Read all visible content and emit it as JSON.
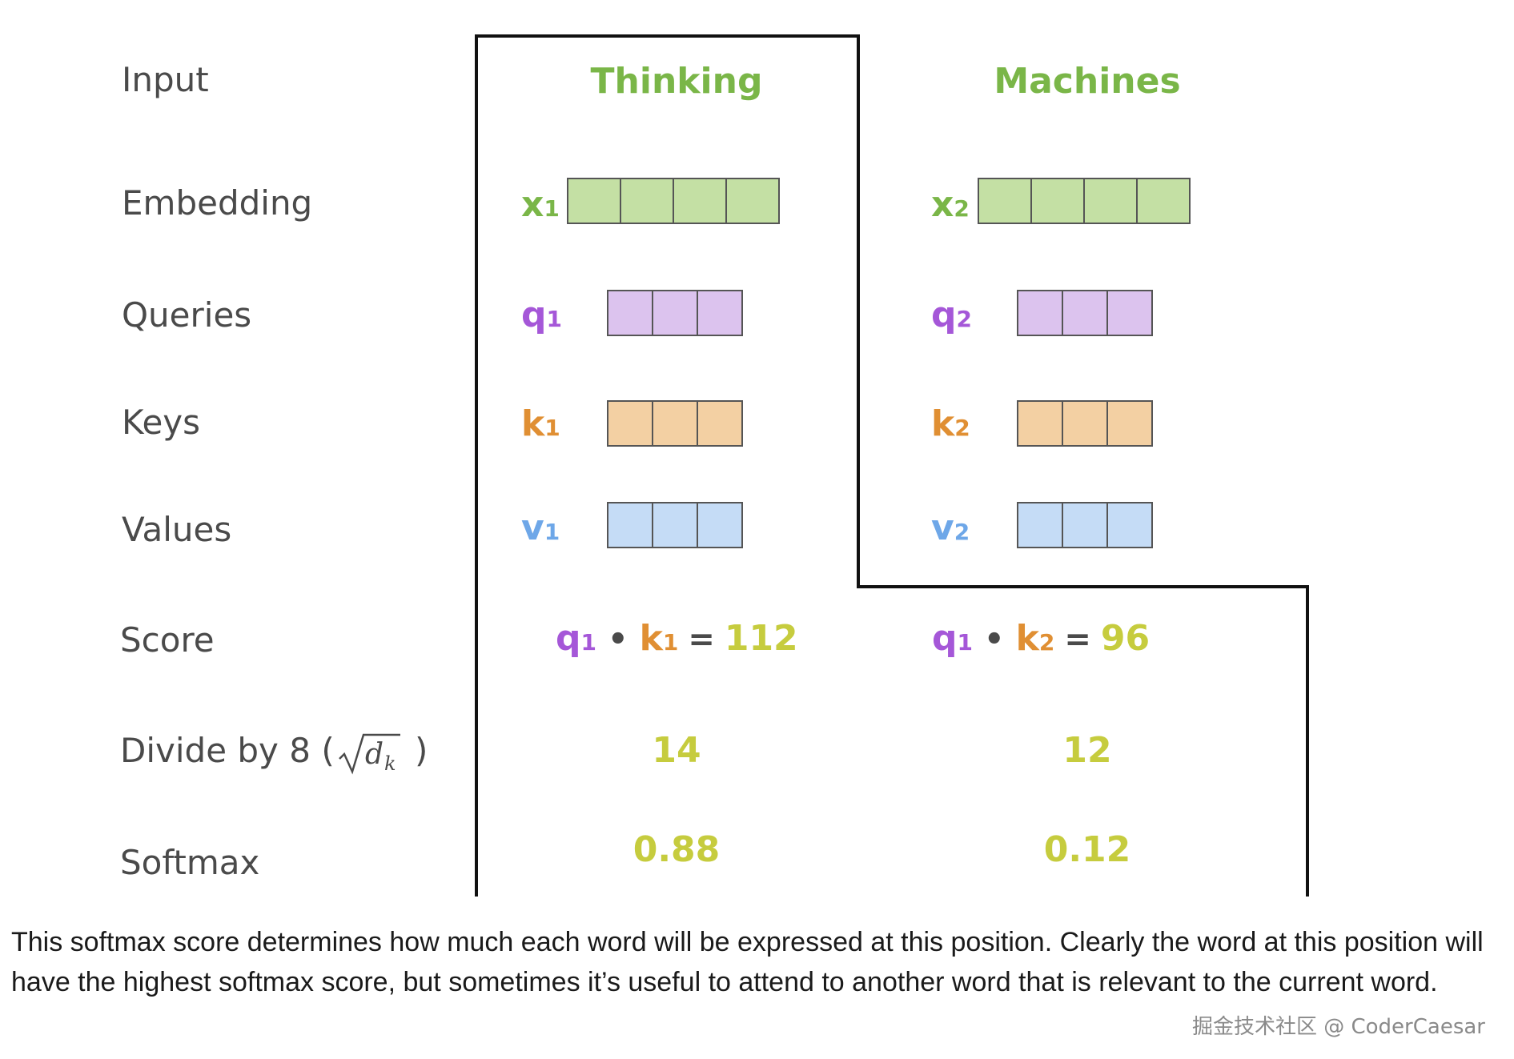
{
  "rows": {
    "input": "Input",
    "embedding": "Embedding",
    "queries": "Queries",
    "keys": "Keys",
    "values": "Values",
    "score": "Score",
    "divide": "Divide by 8 (",
    "divide_close": ")",
    "softmax": "Softmax"
  },
  "sqrt_symbol": {
    "base": "d",
    "sub": "k"
  },
  "words": [
    {
      "title": "Thinking",
      "embedding": {
        "letter": "x",
        "sub": "1"
      },
      "query": {
        "letter": "q",
        "sub": "1"
      },
      "key": {
        "letter": "k",
        "sub": "1"
      },
      "value": {
        "letter": "v",
        "sub": "1"
      },
      "score": {
        "q_letter": "q",
        "q_sub": "1",
        "dot": "•",
        "k_letter": "k",
        "k_sub": "1",
        "eq": "=",
        "value": "112"
      },
      "divided": "14",
      "softmax": "0.88"
    },
    {
      "title": "Machines",
      "embedding": {
        "letter": "x",
        "sub": "2"
      },
      "query": {
        "letter": "q",
        "sub": "2"
      },
      "key": {
        "letter": "k",
        "sub": "2"
      },
      "value": {
        "letter": "v",
        "sub": "2"
      },
      "score": {
        "q_letter": "q",
        "q_sub": "1",
        "dot": "•",
        "k_letter": "k",
        "k_sub": "2",
        "eq": "=",
        "value": "96"
      },
      "divided": "12",
      "softmax": "0.12"
    }
  ],
  "vector_cells": {
    "embedding": 4,
    "query": 3,
    "key": 3,
    "value": 3
  },
  "colors": {
    "title": "#7ab648",
    "embedding_fill": "#c4e0a4",
    "embedding_text": "#7ab648",
    "query_fill": "#dcc3ee",
    "query_text": "#a557d8",
    "key_fill": "#f3d0a3",
    "key_text": "#e08f33",
    "value_fill": "#c5dcf6",
    "value_text": "#6ea7e8",
    "number": "#c6cc3e",
    "label": "#4a4a4a"
  },
  "caption": "This softmax score determines how much each word will be expressed at this position. Clearly the word at this position will have the highest softmax score, but sometimes it’s useful to attend to another word that is relevant to the current word.",
  "watermark": "掘金技术社区 @ CoderCaesar"
}
